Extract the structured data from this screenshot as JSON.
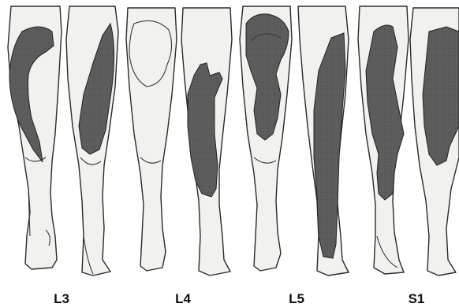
{
  "colors": {
    "background": "#ffffff",
    "leg_fill": "#f1f1ee",
    "outline": "#2a2a2a",
    "region_fill": "#5c5c5c"
  },
  "panels": [
    {
      "label": "L3"
    },
    {
      "label": "L4"
    },
    {
      "label": "L5"
    },
    {
      "label": "S1"
    }
  ]
}
